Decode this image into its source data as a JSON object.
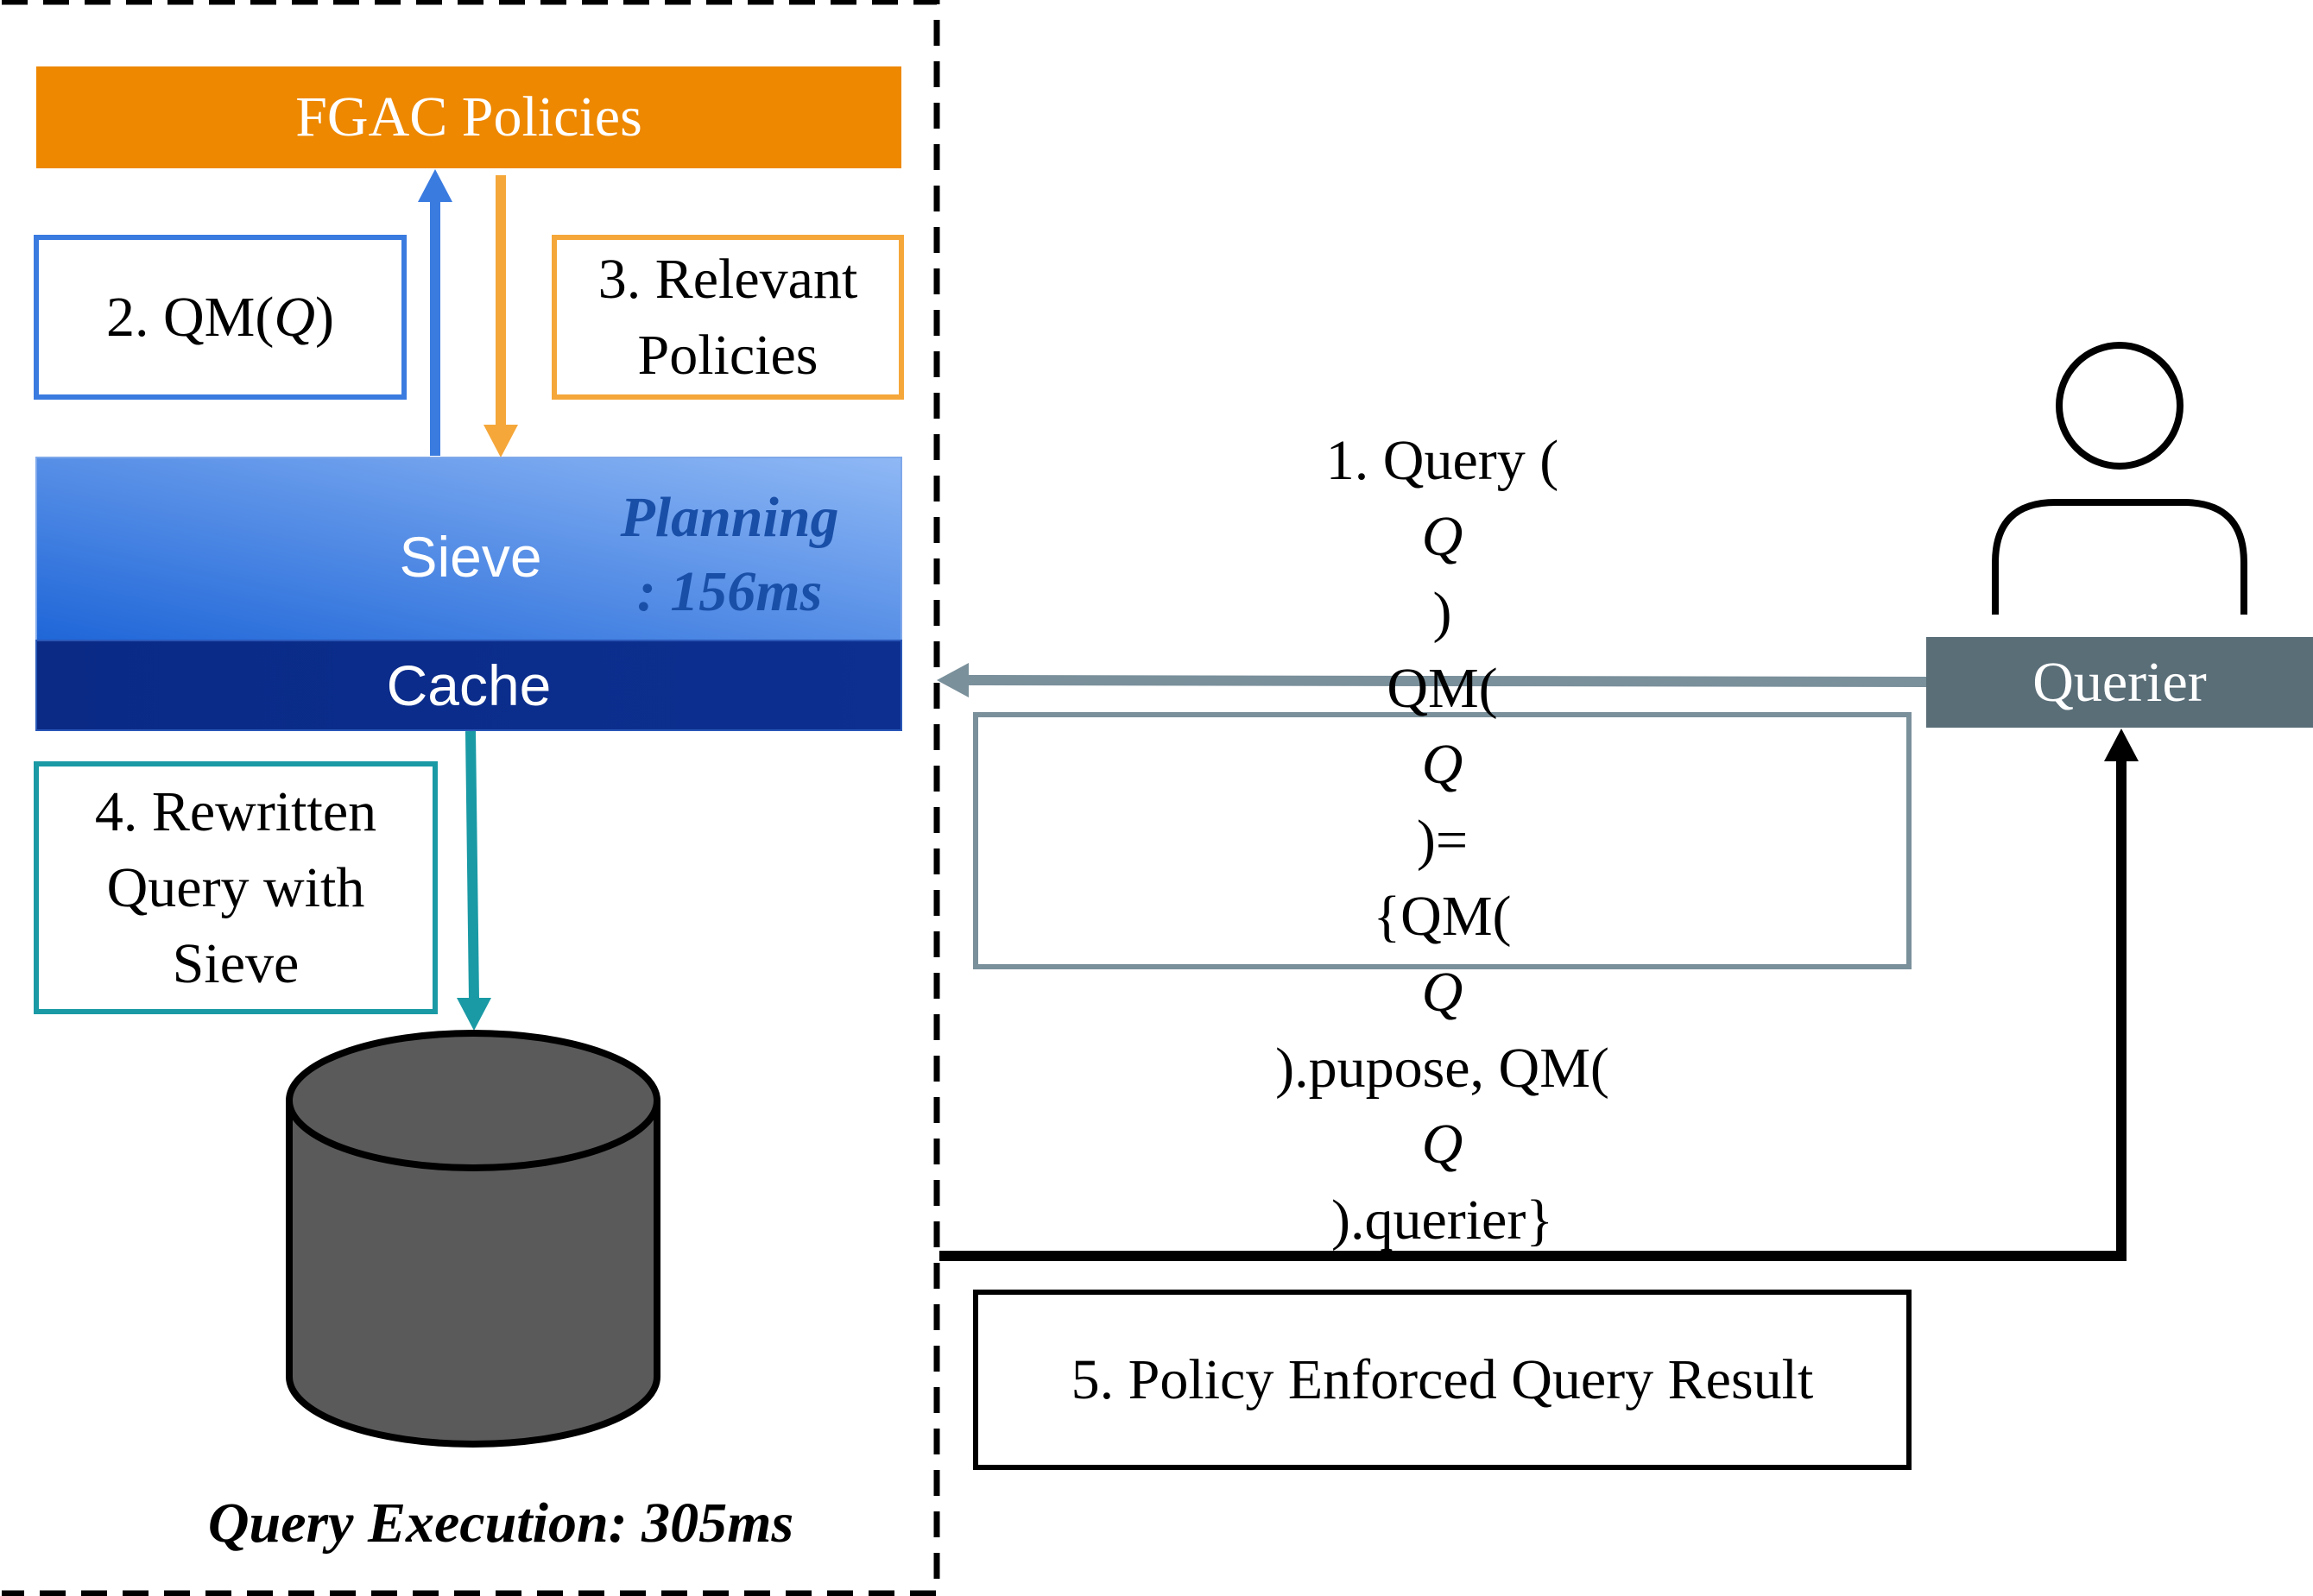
{
  "fgac": {
    "label": "FGAC Policies",
    "color": "#EE8800"
  },
  "sieve": {
    "label": "Sieve",
    "planning_line1": "Planning",
    "planning_line2": ": 156ms",
    "gradient_top": "#8FB8F5",
    "gradient_bottom": "#1F66D8",
    "planning_color": "#1A4FA8"
  },
  "cache": {
    "label": "Cache",
    "color": "#0A2A86"
  },
  "steps": {
    "step1": {
      "line1_prefix": "1. Query (",
      "line1_var": "Q",
      "line1_suffix": ")",
      "line2_prefix": "QM(",
      "line2_var": "Q",
      "line2_suffix": ")=",
      "line3_prefix": "{QM(",
      "line3_var1": "Q",
      "line3_mid": ").pupose, QM(",
      "line3_var2": "Q",
      "line3_suffix": ").querier}",
      "color": "#7A909B"
    },
    "step2": {
      "prefix": "2. QM(",
      "var": "Q",
      "suffix": ")",
      "color": "#3A7BE0"
    },
    "step3": {
      "line1": "3. Relevant",
      "line2": "Policies",
      "color": "#F5A73A"
    },
    "step4": {
      "line1": "4. Rewritten",
      "line2": "Query with",
      "line3": "Sieve",
      "color": "#1A9AA5"
    },
    "step5": {
      "label": "5. Policy Enforced Query Result",
      "color": "#000000"
    }
  },
  "querier": {
    "label": "Querier",
    "color": "#5A6E78"
  },
  "execution": {
    "label": "Query Execution: 305ms"
  },
  "icons": {
    "person": "person-icon",
    "database": "database-icon"
  },
  "colors": {
    "db_fill": "#5A5A5A",
    "dashed_border": "#000000"
  }
}
